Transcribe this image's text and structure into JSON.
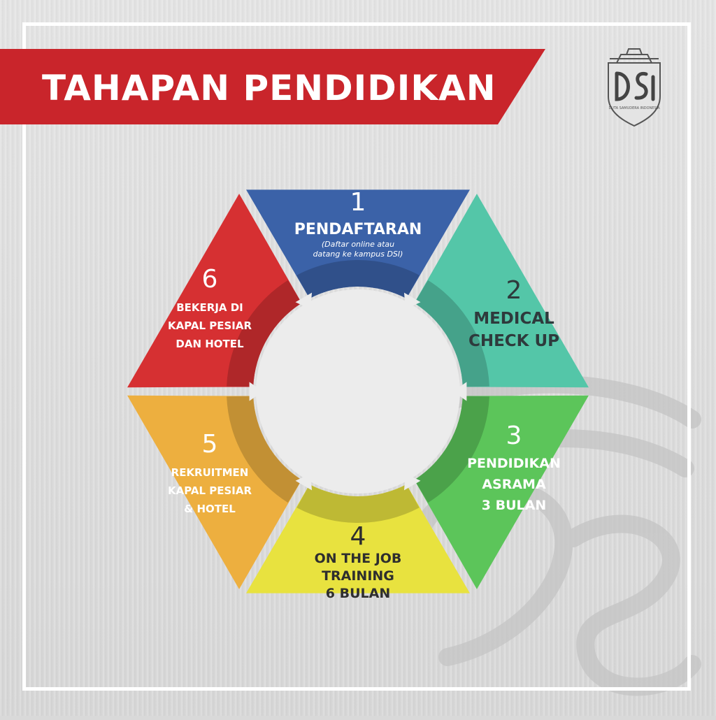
{
  "title": "TAHAPAN PENDIDIKAN",
  "logo": {
    "mark": "DSI",
    "caption": "DUTA SAMUDERA INDONESIA"
  },
  "colors": {
    "banner": "#c9252b",
    "step1": "#3b62a8",
    "step2": "#54c6a8",
    "step3": "#5cc55a",
    "step4": "#e8e23f",
    "step5": "#edaf3f",
    "step6": "#d63032"
  },
  "steps": [
    {
      "number": "1",
      "label": "PENDAFTARAN",
      "sub": "(Daftar online atau\ndatang ke kampus DSI)"
    },
    {
      "number": "2",
      "label": "MEDICAL\nCHECK UP"
    },
    {
      "number": "3",
      "label": "PENDIDIKAN\nASRAMA\n3 BULAN"
    },
    {
      "number": "4",
      "label": "ON THE JOB\nTRAINING\n6 BULAN"
    },
    {
      "number": "5",
      "label": "REKRUITMEN\nKAPAL PESIAR\n& HOTEL"
    },
    {
      "number": "6",
      "label": "BEKERJA DI\nKAPAL PESIAR\nDAN HOTEL"
    }
  ]
}
